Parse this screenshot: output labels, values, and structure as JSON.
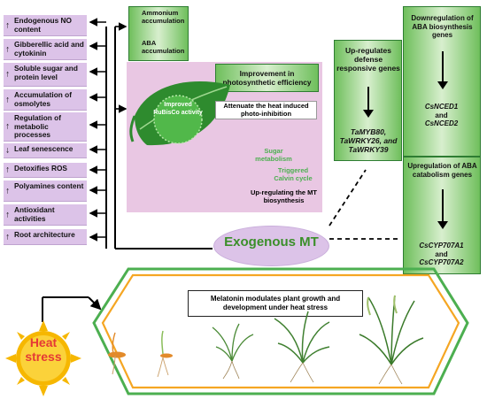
{
  "effects": [
    {
      "arrow": "↑",
      "label": "Endogenous NO content"
    },
    {
      "arrow": "↑",
      "label": "Gibberellic acid and cytokinin"
    },
    {
      "arrow": "↑",
      "label": "Soluble sugar and protein level"
    },
    {
      "arrow": "↑",
      "label": "Accumulation of osmolytes"
    },
    {
      "arrow": "↑",
      "label": "Regulation of metabolic processes"
    },
    {
      "arrow": "↓",
      "label": "Leaf senescence"
    },
    {
      "arrow": "↑",
      "label": "Detoxifies ROS"
    },
    {
      "arrow": "↑",
      "label": "Polyamines content"
    },
    {
      "arrow": "↑",
      "label": "Antioxidant activities"
    },
    {
      "arrow": "↑",
      "label": "Root architecture"
    }
  ],
  "ammonium": {
    "line1": "Ammonium",
    "line2": "accumulation",
    "line3": "ABA",
    "line4": "accumulation"
  },
  "photo": {
    "title": "Improvement in photosynthetic efficiency",
    "rubisco": "Improved RuBisCo activity",
    "heat_box": "Attenuate the heat induced photo-inhibition",
    "sugar": "Sugar metabolism",
    "calvin": "Triggered Calvin cycle",
    "mt_bio": "Up-regulating the MT biosynthesis"
  },
  "defense": {
    "title": "Up-regulates defense responsive genes",
    "genes": "TaMYB80, TaWRKY26, and TaWRKY39"
  },
  "aba_down": {
    "title": "Downregulation of ABA biosynthesis genes",
    "gene1": "CsNCED1",
    "and": "and",
    "gene2": "CsNCED2"
  },
  "aba_up": {
    "title": "Upregulation of ABA catabolism genes",
    "gene1": "CsCYP707A1",
    "and": "and",
    "gene2": "CsCYP707A2"
  },
  "center": "Exogenous MT",
  "melatonin": "Melatonin modulates plant growth and development under heat stress",
  "heat": {
    "line1": "Heat",
    "line2": "stress"
  },
  "colors": {
    "purple": "#dcc3e8",
    "green": "#4caf50",
    "orange": "#f5a623",
    "sun": "#f6b700",
    "center_text": "#3b8f2a"
  }
}
